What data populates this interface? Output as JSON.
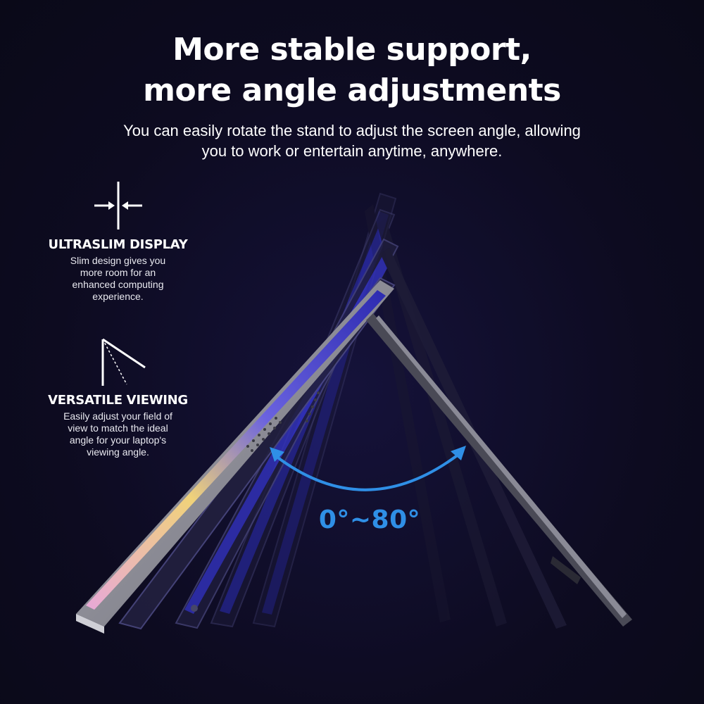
{
  "headline": {
    "line1": "More stable support,",
    "line2": "more angle adjustments"
  },
  "subhead": {
    "line1": "You can easily rotate the stand to adjust the screen angle, allowing",
    "line2": "you to work or entertain anytime, anywhere."
  },
  "features": [
    {
      "icon": "ultraslim-arrows-icon",
      "title": "ULTRASLIM DISPLAY",
      "desc_lines": [
        "Slim design gives you",
        "more room for an",
        "enhanced computing",
        "experience."
      ]
    },
    {
      "icon": "viewing-angle-icon",
      "title": "VERSATILE VIEWING",
      "desc_lines": [
        "Easily adjust your field of",
        "view to match the ideal",
        "angle for your laptop's",
        "viewing angle."
      ]
    }
  ],
  "angle": {
    "label": "0°~80°",
    "color": "#2f8fe6"
  },
  "colors": {
    "background": "#0d0b20",
    "text": "#ffffff",
    "accent": "#2f8fe6"
  }
}
